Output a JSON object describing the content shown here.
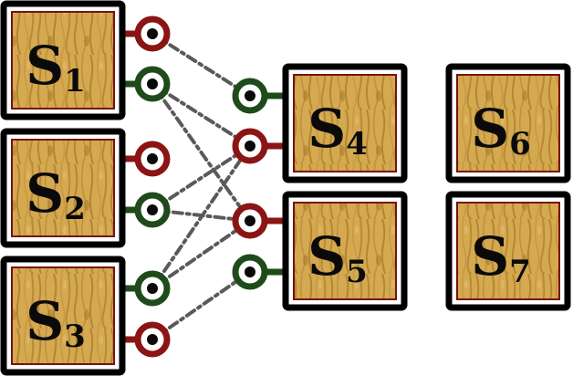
{
  "colors": {
    "box_border": "#000000",
    "inner_border": "#7a1010",
    "wood_light": "#d8b05a",
    "wood_dark": "#a87a2c",
    "port_red": "#8b1414",
    "port_green": "#1f4a1a",
    "port_center": "#0a0a0a",
    "wire": "#5a5a5a"
  },
  "nodes": [
    {
      "id": "s1",
      "letter": "S",
      "sub": "1"
    },
    {
      "id": "s2",
      "letter": "S",
      "sub": "2"
    },
    {
      "id": "s3",
      "letter": "S",
      "sub": "3"
    },
    {
      "id": "s4",
      "letter": "S",
      "sub": "4"
    },
    {
      "id": "s5",
      "letter": "S",
      "sub": "5"
    },
    {
      "id": "s6",
      "letter": "S",
      "sub": "6"
    },
    {
      "id": "s7",
      "letter": "S",
      "sub": "7"
    }
  ],
  "ports": [
    {
      "id": "s1-red",
      "node": "s1",
      "kind": "red"
    },
    {
      "id": "s1-green",
      "node": "s1",
      "kind": "green"
    },
    {
      "id": "s2-red",
      "node": "s2",
      "kind": "red"
    },
    {
      "id": "s2-green",
      "node": "s2",
      "kind": "green"
    },
    {
      "id": "s3-green",
      "node": "s3",
      "kind": "green"
    },
    {
      "id": "s3-red",
      "node": "s3",
      "kind": "red"
    },
    {
      "id": "s4-green",
      "node": "s4",
      "kind": "green"
    },
    {
      "id": "s4-red",
      "node": "s4",
      "kind": "red"
    },
    {
      "id": "s5-red",
      "node": "s5",
      "kind": "red"
    },
    {
      "id": "s5-green",
      "node": "s5",
      "kind": "green"
    }
  ],
  "connections": [
    {
      "from": "s1-red",
      "to": "s4-green"
    },
    {
      "from": "s1-green",
      "to": "s4-red"
    },
    {
      "from": "s1-green",
      "to": "s5-red"
    },
    {
      "from": "s2-green",
      "to": "s4-red"
    },
    {
      "from": "s2-green",
      "to": "s5-red"
    },
    {
      "from": "s3-green",
      "to": "s4-red"
    },
    {
      "from": "s3-green",
      "to": "s5-red"
    },
    {
      "from": "s3-red",
      "to": "s5-green"
    }
  ]
}
